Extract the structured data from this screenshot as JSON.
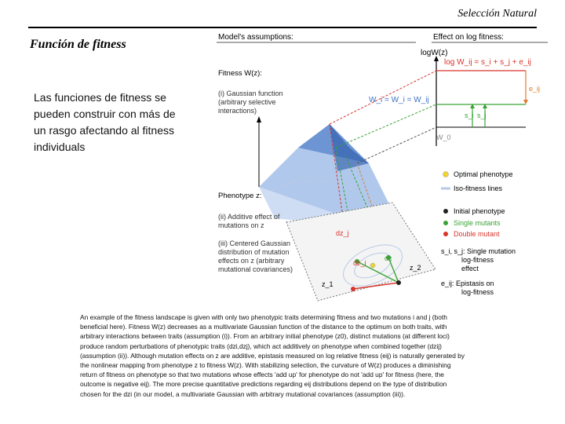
{
  "header": {
    "title": "Selección Natural"
  },
  "slide": {
    "title": "Función de fitness",
    "body": "Las funciones de fitness se pueden construir con más de un rasgo afectando al fitness individuals"
  },
  "figure": {
    "left_header": "Model's assumptions:",
    "right_header": "Effect on log fitness:",
    "log_w_axis": "logW(z)",
    "log_eq": "log W_ij = s_i + s_j + e_ij",
    "e_ij": "e_ij",
    "w_eq": "W_i = W_i = W_ij",
    "s_i": "s_i",
    "s_j": "s_j",
    "w0": "W_0",
    "fitness_label": "Fitness W(z):",
    "assumption_i_1": "(i) Gaussian function",
    "assumption_i_2": "(arbitrary selective",
    "assumption_i_3": "interactions)",
    "phenotype_label": "Phenotype z:",
    "assumption_ii_1": "(ii) Additive effect of",
    "assumption_ii_2": "mutations on z",
    "assumption_iii_1": "(iii) Centered Gaussian",
    "assumption_iii_2": "distribution of mutation",
    "assumption_iii_3": "effects on z (arbitrary",
    "assumption_iii_4": "mutational covariances)",
    "dzj": "dz_j",
    "dzi": "dz_i",
    "dzi2": "dz",
    "z1": "z_1",
    "z2": "z_2",
    "legend": {
      "optimal": "Optimal phenotype",
      "iso": "Iso-fitness lines",
      "initial": "Initial phenotype",
      "single": "Single mutants",
      "double": "Double mutant",
      "sisj_1": "s_i, s_j: Single mutation",
      "sisj_2": "log-fitness",
      "sisj_3": "effect",
      "eij_1": "e_ij: Epistasis on",
      "eij_2": "log-fitness"
    },
    "colors": {
      "green": "#3aa335",
      "red": "#d9342b",
      "orange": "#e07b2a",
      "optimal_yellow": "#f2d22e",
      "surface_blue": "#3c72c4",
      "iso_lines": "#b9c9e6"
    }
  },
  "caption": {
    "lines": [
      "An example of the fitness landscape is given with only two phenotypic traits determining fitness and two mutations i and j (both",
      "beneficial here). Fitness W(z) decreases as a multivariate Gaussian function of the distance to the optimum on both traits, with",
      "arbitrary interactions between traits (assumption (i)). From an arbitrary initial phenotype (z0), distinct mutations (at different loci)",
      "produce random perturbations of phenotypic traits (dzi,dzj), which act additively on phenotype when combined together (dzij)",
      "(assumption (ii)). Although mutation effects on z are additive, epistasis measured on log relative fitness (eij) is naturally generated by",
      "the nonlinear mapping from phenotype z to fitness W(z). With stabilizing selection, the curvature of W(z) produces a diminishing",
      "return of fitness on phenotype so that two mutations whose effects 'add up' for phenotype do not 'add up' for fitness (here, the",
      "outcome is negative eij). The more precise quantitative predictions regarding eij distributions depend on the type of distribution",
      "chosen for the dzi (in our model, a multivariate Gaussian with arbitrary mutational covariances (assumption (iii))."
    ]
  }
}
